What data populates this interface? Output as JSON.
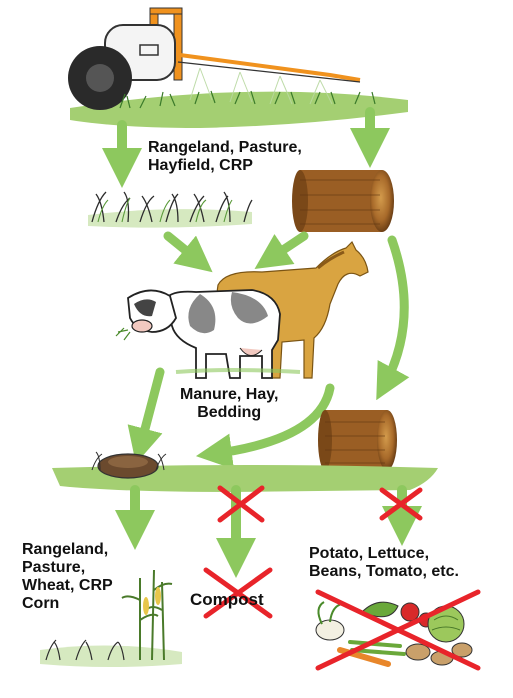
{
  "colors": {
    "arrow_green": "#8dc85e",
    "ground_green": "#a4cf72",
    "cross_red": "#e8242a",
    "tractor_orange": "#f0921e",
    "hay_brown": "#a86a2a",
    "horse_tan": "#d9a441"
  },
  "labels": {
    "top_field": [
      "Rangeland, Pasture,",
      "Hayfield, CRP"
    ],
    "livestock_output": [
      "Manure, Hay,",
      "Bedding"
    ],
    "left_uses": [
      "Rangeland,",
      "Pasture,",
      "Wheat, CRP",
      "Corn"
    ],
    "compost": "Compost",
    "right_uses": [
      "Potato, Lettuce,",
      "Beans, Tomato, etc."
    ]
  },
  "icons": [
    "sprayer-icon",
    "grass-icon",
    "hay-bale-icon",
    "cow-icon",
    "horse-icon",
    "manure-pile-icon",
    "corn-icon",
    "vegetables-icon",
    "red-x-icon"
  ]
}
